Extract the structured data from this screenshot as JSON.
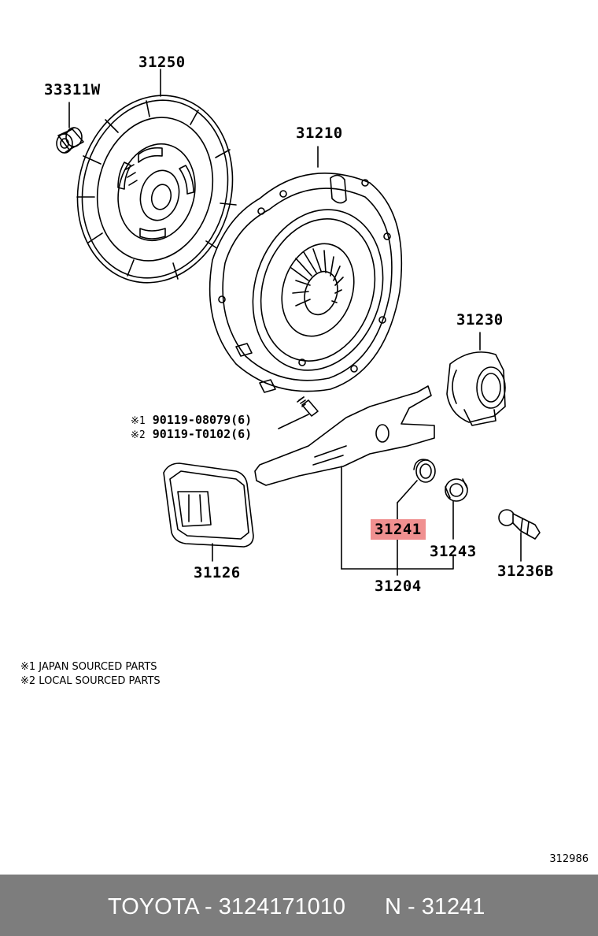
{
  "callouts": {
    "p33311w": "33311W",
    "p31250": "31250",
    "p31210": "31210",
    "p31230": "31230",
    "p31241": "31241",
    "p31243": "31243",
    "p31126": "31126",
    "p31204": "31204",
    "p31236b": "31236B"
  },
  "bolt_notes": [
    {
      "mark": "※1",
      "code": "90119-08079(6)"
    },
    {
      "mark": "※2",
      "code": "90119-T0102(6)"
    }
  ],
  "legend": [
    "※1 JAPAN SOURCED PARTS",
    "※2 LOCAL SOURCED PARTS"
  ],
  "figure_number": "312986",
  "footer": {
    "left": "TOYOTA - 3124171010",
    "right": "N - 31241"
  },
  "colors": {
    "highlight": "#f09090",
    "footer_bg": "#7d7d7d",
    "footer_text": "#ffffff"
  }
}
